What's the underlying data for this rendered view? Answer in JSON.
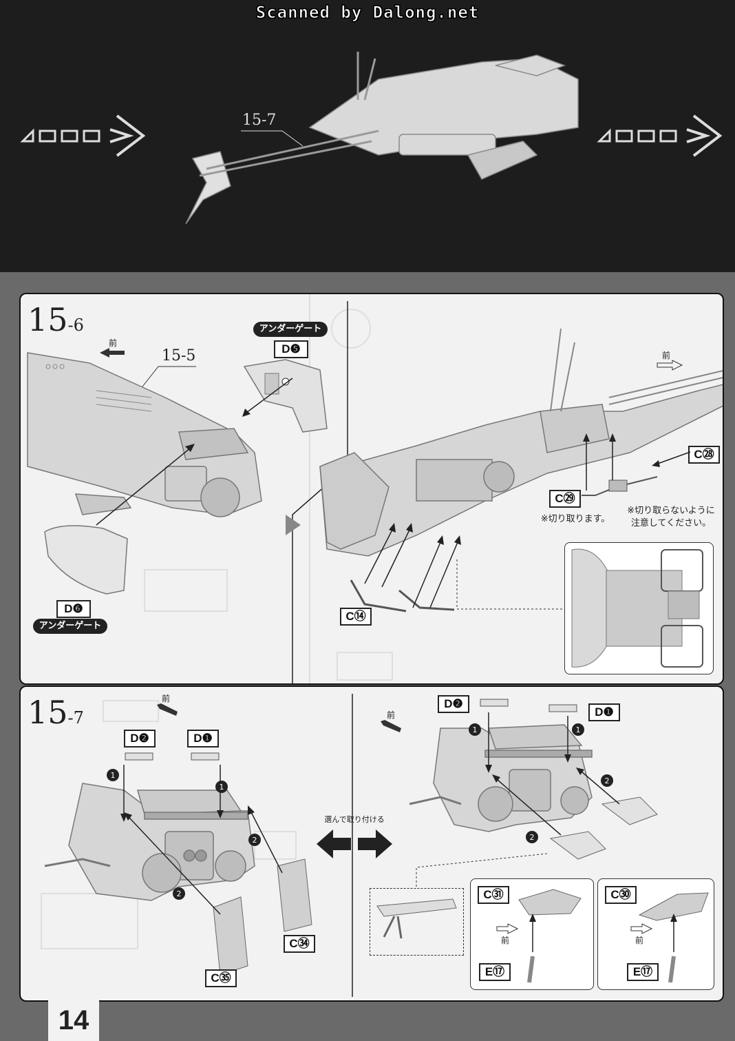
{
  "header": {
    "scan_credit": "Scanned by Dalong.net",
    "step_ref": "15-7"
  },
  "step_15_6": {
    "number": "15",
    "sub": "-6",
    "front_label": "前",
    "ref_previous": "15-5",
    "underGate_top": "アンダーゲート",
    "part_d5": "D❺",
    "part_d6": "D❻",
    "underGate_bottom": "アンダーゲート",
    "part_c28": "C㉘",
    "part_c29": "C㉙",
    "part_c14": "C⑭",
    "front_label_right": "前",
    "note_cut": "※切り取ります。",
    "note_nocut": "※切り取らないように\n注意してください。"
  },
  "step_15_7": {
    "number": "15",
    "sub": "-7",
    "front_label": "前",
    "part_d2": "D❷",
    "part_d1": "D❶",
    "part_c34": "C㉞",
    "part_c35": "C㉟",
    "choose_label": "選んで取り付ける",
    "front_label_right": "前",
    "part_d2_right": "D❷",
    "part_d1_right": "D❶",
    "part_c31": "C㉛",
    "part_c30": "C㉚",
    "part_e17_a": "E⑰",
    "part_e17_b": "E⑰",
    "front_label_c31": "前",
    "front_label_c30": "前"
  },
  "footer": {
    "page_number": "14"
  }
}
